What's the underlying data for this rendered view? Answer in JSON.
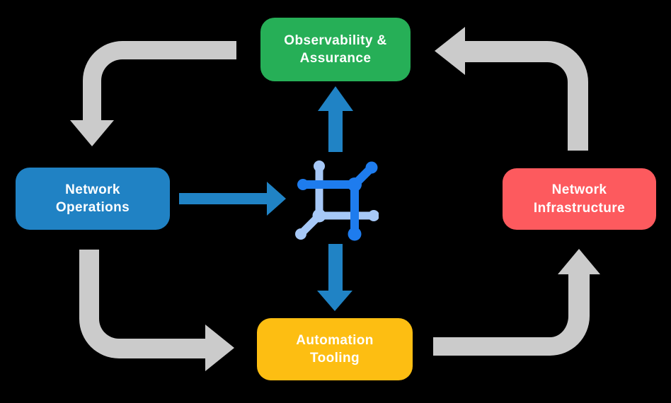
{
  "diagram": {
    "background": "#000000",
    "nodes": {
      "observability": {
        "label": "Observability &\nAssurance",
        "color": "#26AF57"
      },
      "operations": {
        "label": "Network\nOperations",
        "color": "#2082C4"
      },
      "infrastructure": {
        "label": "Network\nInfrastructure",
        "color": "#FD5A5E"
      },
      "automation": {
        "label": "Automation\nTooling",
        "color": "#FDBE12"
      }
    },
    "center_icon": {
      "name": "network-hub-icon",
      "dark_color": "#1E7CEE",
      "light_color": "#A6C8F7"
    },
    "arrows": {
      "cycle_color": "#CBCBCB",
      "hub_color": "#2083C5",
      "flows": [
        {
          "from": "Observability & Assurance",
          "to": "Network Operations",
          "style": "gray-elbow"
        },
        {
          "from": "Network Operations",
          "to": "Automation Tooling",
          "style": "gray-elbow"
        },
        {
          "from": "Automation Tooling",
          "to": "Network Infrastructure",
          "style": "gray-elbow"
        },
        {
          "from": "Network Infrastructure",
          "to": "Observability & Assurance",
          "style": "gray-elbow"
        },
        {
          "from": "Network Operations",
          "to": "center-hub",
          "style": "blue-straight"
        },
        {
          "from": "center-hub",
          "to": "Observability & Assurance",
          "style": "blue-straight"
        },
        {
          "from": "center-hub",
          "to": "Automation Tooling",
          "style": "blue-straight"
        }
      ]
    }
  }
}
